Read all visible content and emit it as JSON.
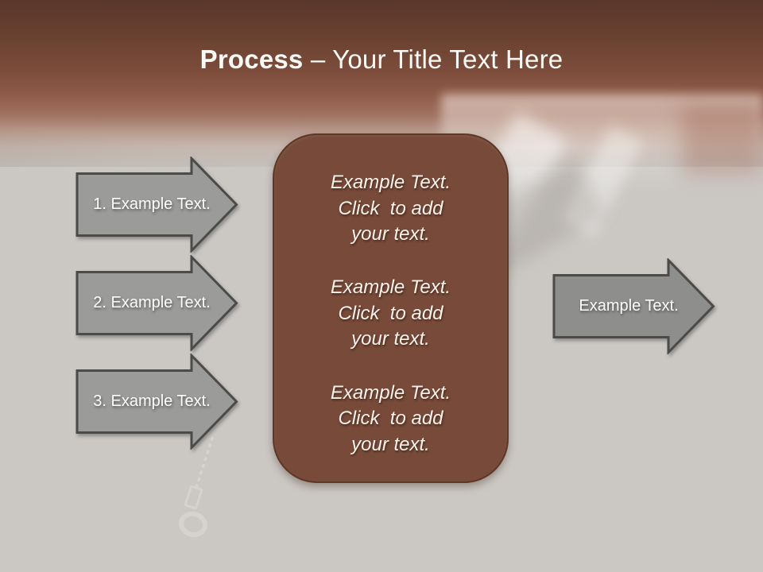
{
  "title": {
    "bold": "Process",
    "rest": " – Your Title Text Here"
  },
  "left_arrows": [
    {
      "label": "1. Example Text."
    },
    {
      "label": "2. Example Text."
    },
    {
      "label": "3. Example Text."
    }
  ],
  "center_box": {
    "blocks": [
      "Example Text.\nClick  to add\nyour text.",
      "Example Text.\nClick  to add\nyour text.",
      "Example Text.\nClick  to add\nyour text."
    ]
  },
  "right_arrow": {
    "label": "Example Text."
  },
  "colors": {
    "header_brown": "#6b4233",
    "box_brown": "#774a39",
    "box_border": "#5e3727",
    "arrow_gray": "#9b9b99",
    "right_arrow_gray": "#8e8e8c",
    "arrow_border": "#4b4b49",
    "background_gray": "#cbc8c4",
    "title_text": "#fcfaf6"
  }
}
